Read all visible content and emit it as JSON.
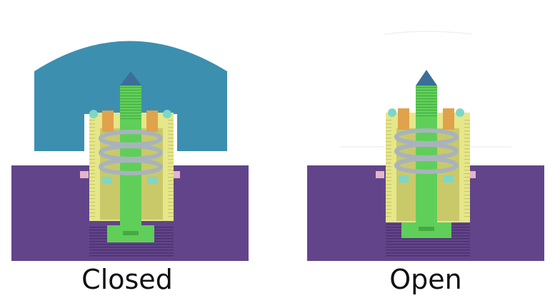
{
  "panels": [
    {
      "id": "closed",
      "label": "Closed"
    },
    {
      "id": "open",
      "label": "Open"
    }
  ],
  "colors": {
    "cap": "#3d8fb0",
    "base": "#62448a",
    "body": "#e6e68a",
    "stem": "#5fcf59",
    "spring": "#a9b3bd",
    "nut": "#e0a24a",
    "seal": "#7fd6c6",
    "tip": "#3b6f98",
    "washer": "#e3b5c8"
  }
}
